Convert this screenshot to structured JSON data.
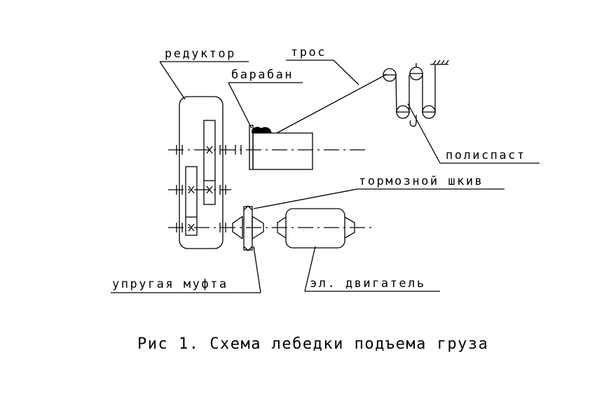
{
  "labels": {
    "reducer": "редуктор",
    "cable": "трос",
    "drum": "барабан",
    "pulley_block": "полиспаст",
    "brake_pulley": "тормозной шкив",
    "elastic_coupling": "упругая муфта",
    "electric_motor": "эл. двигатель"
  },
  "caption": "Рис 1. Схема лебедки подъема груза"
}
